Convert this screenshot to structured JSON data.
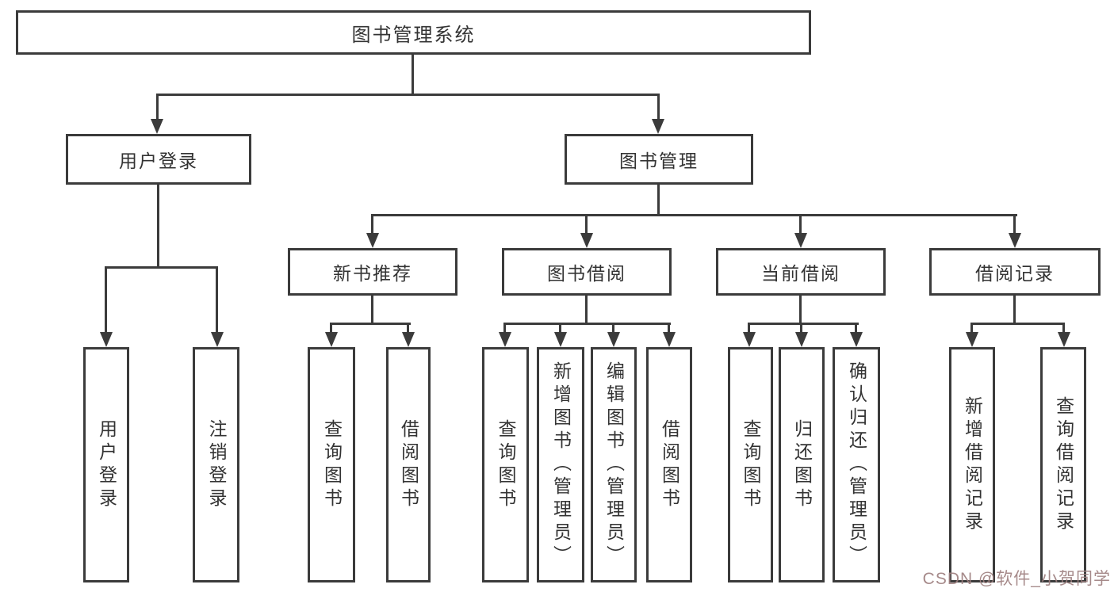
{
  "title": "图书管理系统",
  "tree": {
    "user_login": {
      "label": "用户登录",
      "children": [
        {
          "label": "用户登录"
        },
        {
          "label": "注销登录"
        }
      ]
    },
    "book_management": {
      "label": "图书管理",
      "children": [
        {
          "label": "新书推荐",
          "children": [
            {
              "label": "查询图书"
            },
            {
              "label": "借阅图书"
            }
          ]
        },
        {
          "label": "图书借阅",
          "children": [
            {
              "label": "查询图书"
            },
            {
              "label": "新增图书（管理员）"
            },
            {
              "label": "编辑图书（管理员）"
            },
            {
              "label": "借阅图书"
            }
          ]
        },
        {
          "label": "当前借阅",
          "children": [
            {
              "label": "查询图书"
            },
            {
              "label": "归还图书"
            },
            {
              "label": "确认归还（管理员）"
            }
          ]
        },
        {
          "label": "借阅记录",
          "children": [
            {
              "label": "新增借阅记录"
            },
            {
              "label": "查询借阅记录"
            }
          ]
        }
      ]
    }
  },
  "watermark": "CSDN @软件_小贺同学",
  "colors": {
    "line": "#3b3b3b",
    "text": "#333333",
    "background": "#ffffff",
    "watermark": "#9e8080"
  }
}
